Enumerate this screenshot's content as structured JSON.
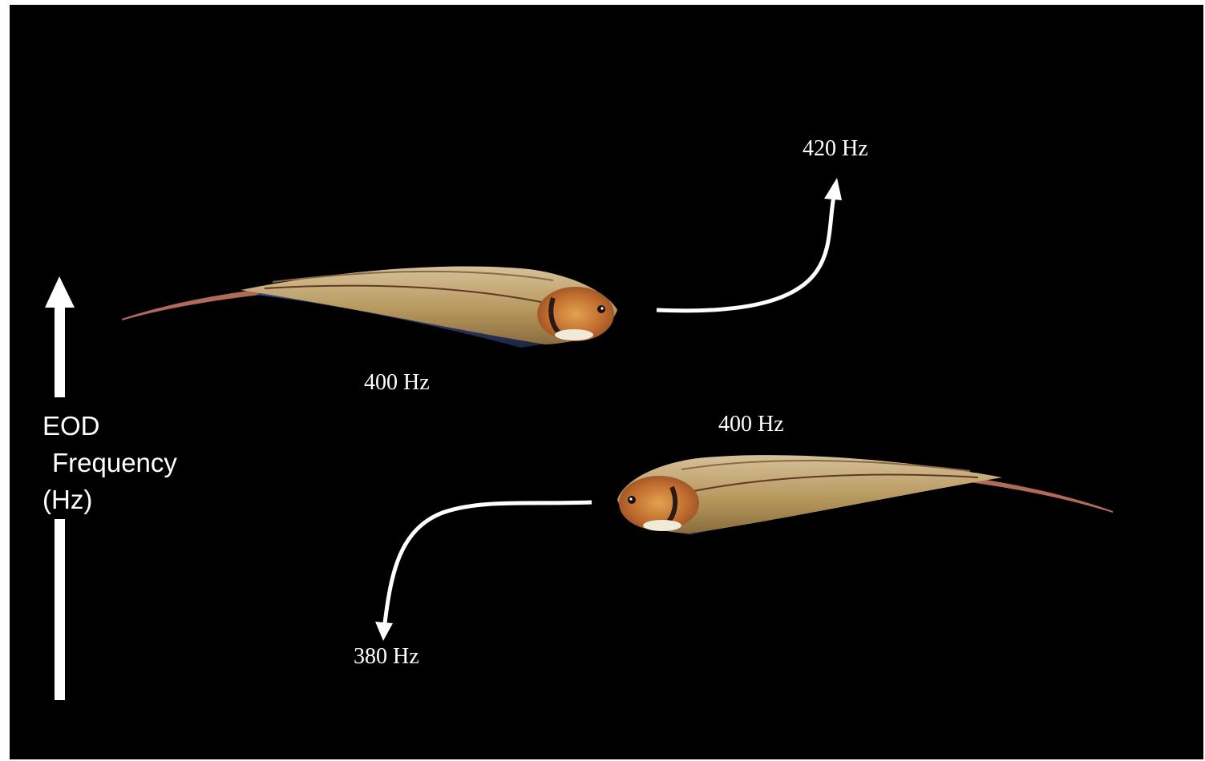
{
  "diagram": {
    "background": "#000000",
    "foreground": "#ffffff",
    "axis_label_lines": [
      "EOD",
      "Frequency",
      "(Hz)"
    ],
    "fish": [
      {
        "name": "upper-fish",
        "facing": "right",
        "frequency_label": "400 Hz"
      },
      {
        "name": "lower-fish",
        "facing": "left",
        "frequency_label": "400 Hz"
      }
    ],
    "shift_arrows": [
      {
        "direction": "up",
        "target_label": "420 Hz"
      },
      {
        "direction": "down",
        "target_label": "380 Hz"
      }
    ]
  }
}
